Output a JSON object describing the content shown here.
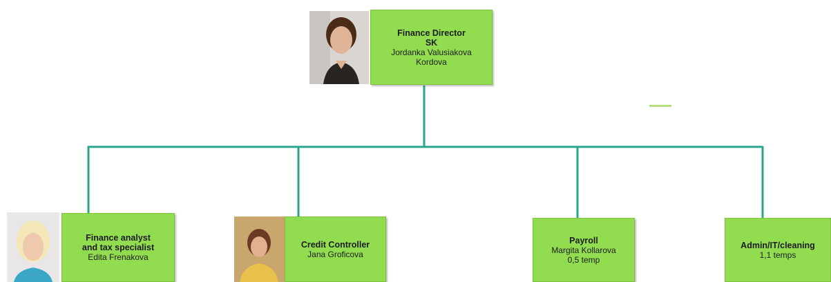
{
  "director": {
    "title": "Finance Director",
    "line1": "SK",
    "line2": "Jordanka Valusiakova",
    "line3": "Kordova"
  },
  "reports": [
    {
      "title": "Finance analyst",
      "line1": "and tax specialist",
      "line2": "Edita Frenakova"
    },
    {
      "title": "Credit Controller",
      "line1": "Jana Groficova"
    },
    {
      "title": "Payroll",
      "line1": "Margita Kollarova",
      "line2": "0,5 temp"
    },
    {
      "title": "Admin/IT/cleaning",
      "line1": "1,1 temps"
    }
  ],
  "colors": {
    "box": "#92dc4f",
    "connector": "#2aa58d"
  }
}
